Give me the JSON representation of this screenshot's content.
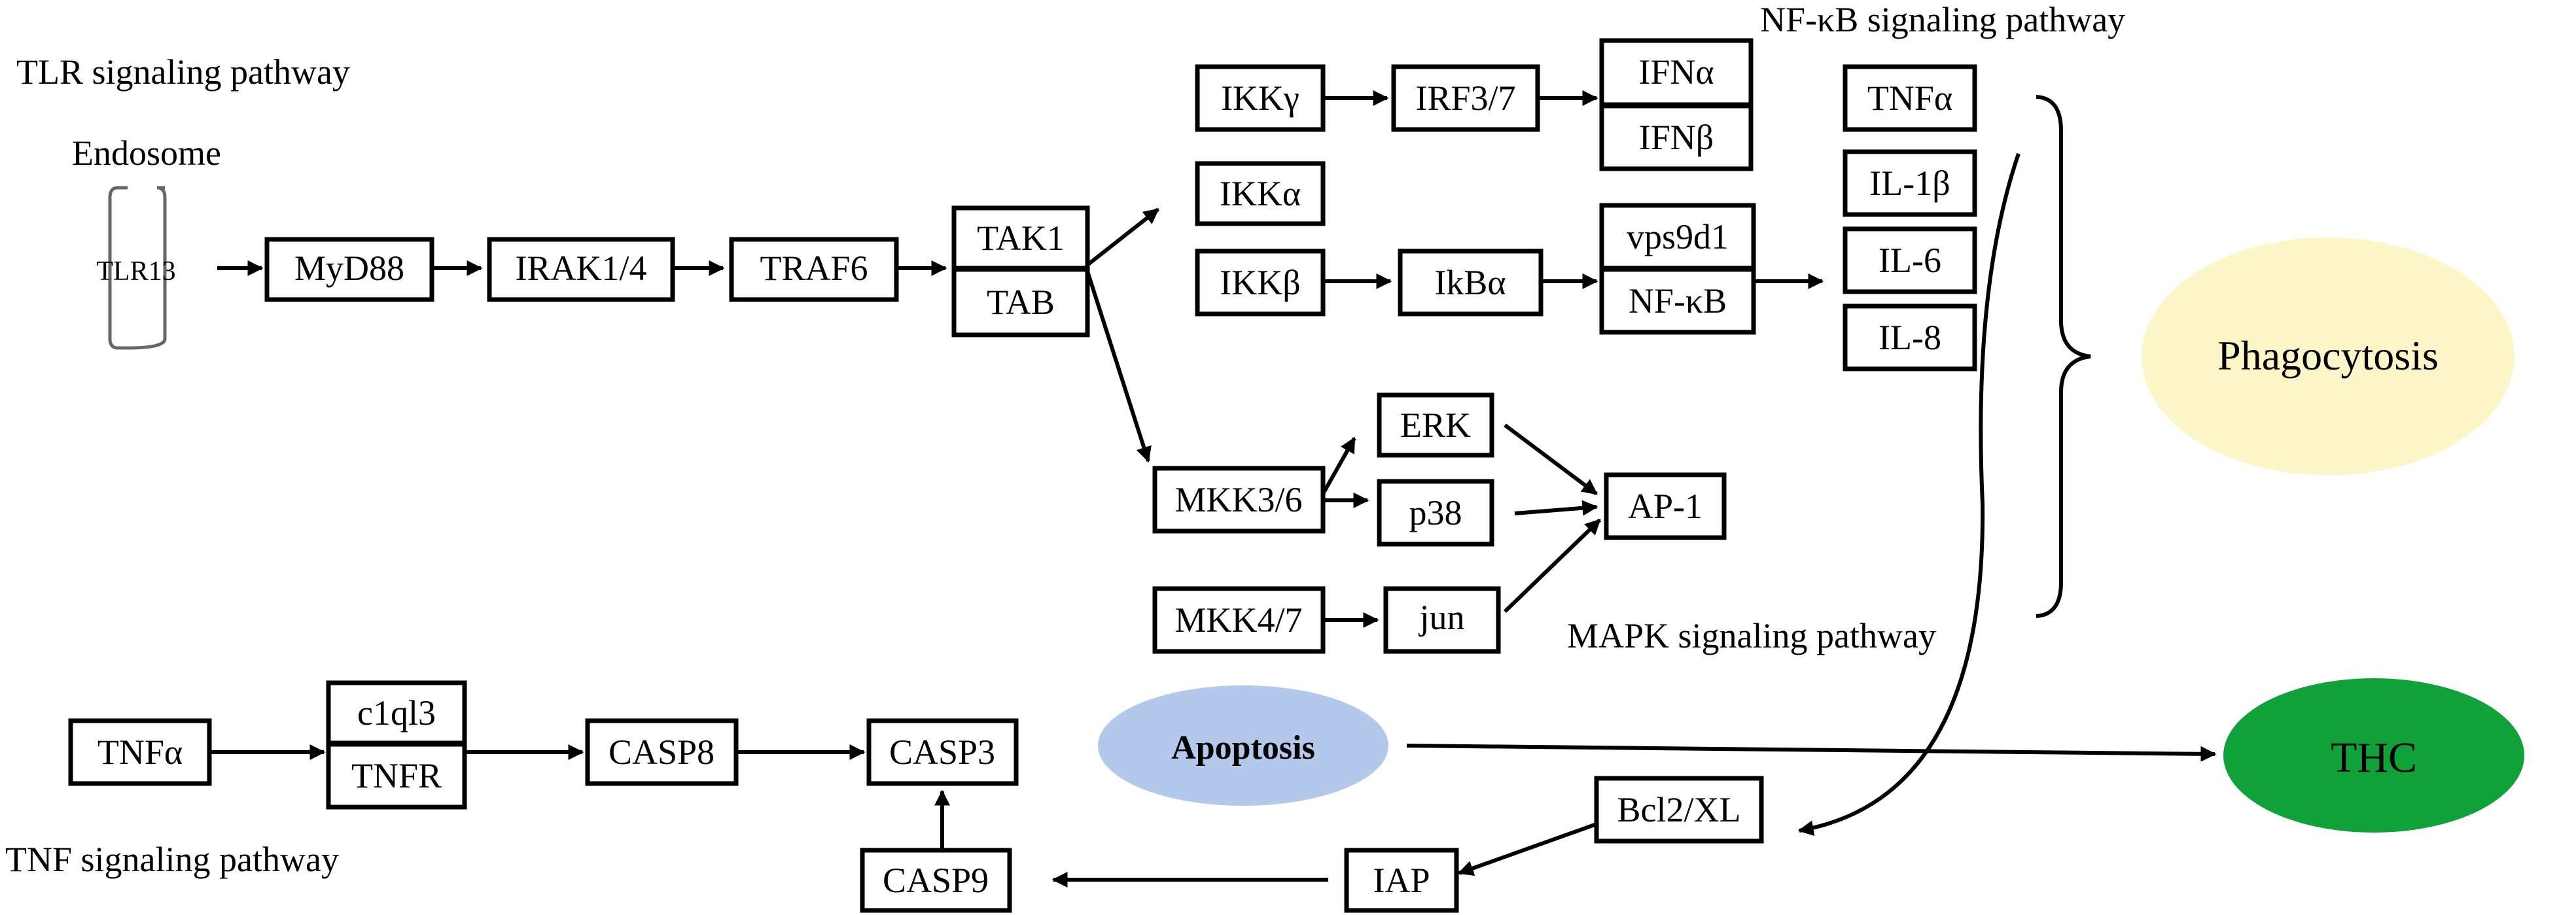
{
  "titles": {
    "tlr": "TLR signaling pathway",
    "nfkb": "NF-κB  signaling pathway",
    "mapk": "MAPK signaling pathway",
    "tnf": "TNF signaling pathway",
    "endosome": "Endosome"
  },
  "nodes": {
    "tlr13": "TLR13",
    "myd88": "MyD88",
    "irak": "IRAK1/4",
    "traf6": "TRAF6",
    "tak1": "TAK1",
    "tab": "TAB",
    "ikkg": "IKKγ",
    "irf37": "IRF3/7",
    "ifna": "IFNα",
    "ifnb": "IFNβ",
    "ikka": "IKKα",
    "ikkb": "IKKβ",
    "ikba": "IkBα",
    "vps9d1": "vps9d1",
    "nfkb": "NF-κB",
    "tnfa_out": "TNFα",
    "il1b": "IL-1β",
    "il6": "IL-6",
    "il8": "IL-8",
    "erk": "ERK",
    "mkk36": "MKK3/6",
    "p38": "p38",
    "ap1": "AP-1",
    "mkk47": "MKK4/7",
    "jun": "jun",
    "tnfa_in": "TNFα",
    "c1ql3": "c1ql3",
    "tnfr": "TNFR",
    "casp8": "CASP8",
    "casp3": "CASP3",
    "casp9": "CASP9",
    "iap": "IAP",
    "bcl2": "Bcl2/XL"
  },
  "outcomes": {
    "phagocytosis": "Phagocytosis",
    "apoptosis": "Apoptosis",
    "thc": "THC"
  },
  "colors": {
    "phagocytosis": "#fcf6c8",
    "apoptosis": "#b4c8ec",
    "thc": "#11a13a",
    "endosome": "#666666"
  }
}
